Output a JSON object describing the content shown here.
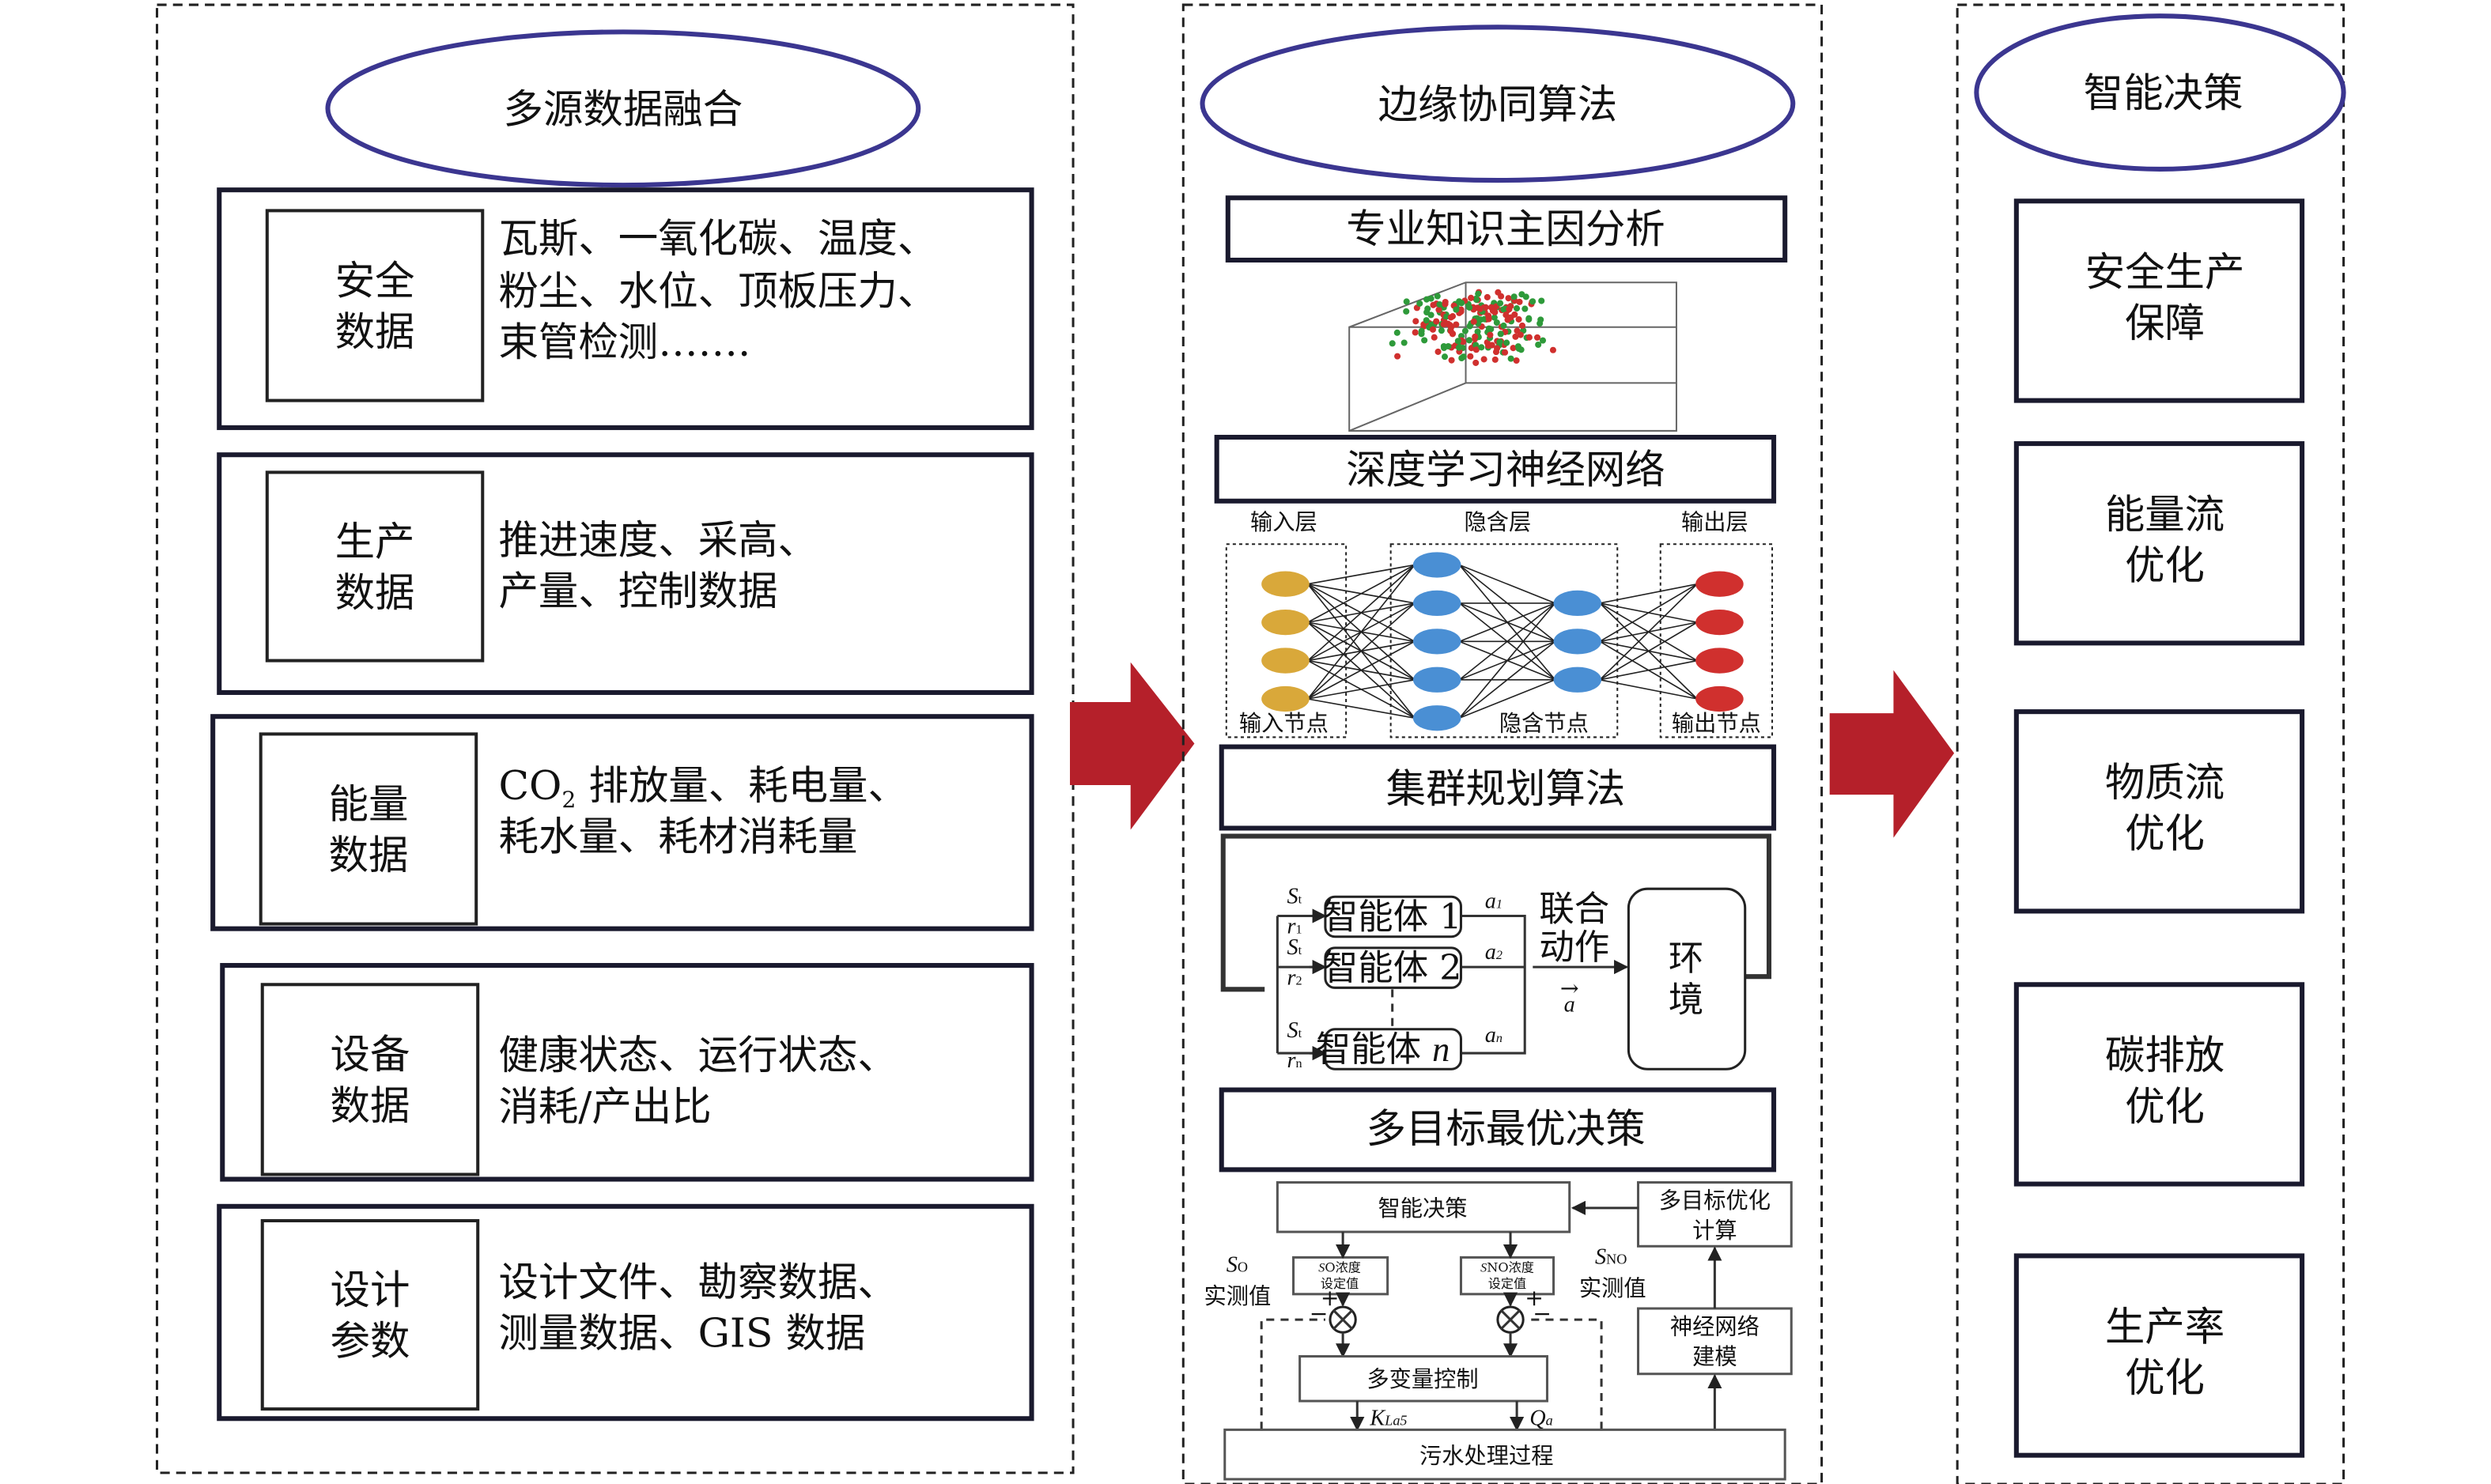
{
  "colors": {
    "arrow": "#b5202a",
    "ellipse_border": "#3b3690",
    "input_node": "#d9a83a",
    "hidden_node": "#4a8fd4",
    "output_node": "#d0302e",
    "scatter_red": "#d0302e",
    "scatter_green": "#2e9a3a"
  },
  "left": {
    "title": "多源数据融合",
    "rows": [
      {
        "label": [
          "安全",
          "数据"
        ],
        "lines": [
          "瓦斯、一氧化碳、温度、",
          "粉尘、水位、顶板压力、",
          "束管检测……."
        ]
      },
      {
        "label": [
          "生产",
          "数据"
        ],
        "lines": [
          "推进速度、采高、",
          "产量、控制数据"
        ]
      },
      {
        "label": [
          "能量",
          "数据"
        ],
        "co2": "CO",
        "co2_sub": "2",
        "lines": [
          " 排放量、耗电量、",
          "耗水量、耗材消耗量"
        ]
      },
      {
        "label": [
          "设备",
          "数据"
        ],
        "lines": [
          "健康状态、运行状态、",
          "消耗/产出比"
        ]
      },
      {
        "label": [
          "设计",
          "参数"
        ],
        "lines": [
          "设计文件、勘察数据、",
          "测量数据、GIS 数据"
        ]
      }
    ]
  },
  "middle": {
    "title": "边缘协同算法",
    "step1": "专业知识主因分析",
    "step2": "深度学习神经网络",
    "nn": {
      "input_layer": "输入层",
      "hidden_layer": "隐含层",
      "output_layer": "输出层",
      "input_nodes": "输入节点",
      "hidden_nodes": "隐含节点",
      "output_nodes": "输出节点"
    },
    "step3": "集群规划算法",
    "marl": {
      "agents": [
        "智能体 1",
        "智能体 2",
        "智能体 "
      ],
      "agent_n": "n",
      "state": "S",
      "state_sub": "t",
      "rewards": [
        "r",
        "r",
        "r"
      ],
      "reward_subs": [
        "1",
        "2",
        "n"
      ],
      "actions": [
        "a",
        "a",
        "a"
      ],
      "action_subs": [
        "1",
        "2",
        "n"
      ],
      "joint": [
        "联合",
        "动作"
      ],
      "vec_arrow": "→",
      "vec": "a",
      "env": [
        "环",
        "境"
      ]
    },
    "step4": "多目标最优决策",
    "control": {
      "decision": "智能决策",
      "moo": [
        "多目标优化",
        "计算"
      ],
      "nn_model": [
        "神经网络",
        "建模"
      ],
      "so_set": [
        "S",
        "O",
        "浓度",
        "设定值"
      ],
      "sno_set": [
        "S",
        "NO",
        "浓度",
        "设定值"
      ],
      "so_meas": [
        "S",
        "O",
        "实测值"
      ],
      "sno_meas": [
        "S",
        "NO",
        "实测值"
      ],
      "mv": "多变量控制",
      "kla": "K",
      "kla_sub": "La5",
      "qa": "Q",
      "qa_sub": "a",
      "process": "污水处理过程",
      "plus": "+",
      "minus": "−"
    }
  },
  "right": {
    "title": "智能决策",
    "items": [
      [
        "安全生产",
        "保障"
      ],
      [
        "能量流",
        "优化"
      ],
      [
        "物质流",
        "优化"
      ],
      [
        "碳排放",
        "优化"
      ],
      [
        "生产率",
        "优化"
      ]
    ]
  }
}
